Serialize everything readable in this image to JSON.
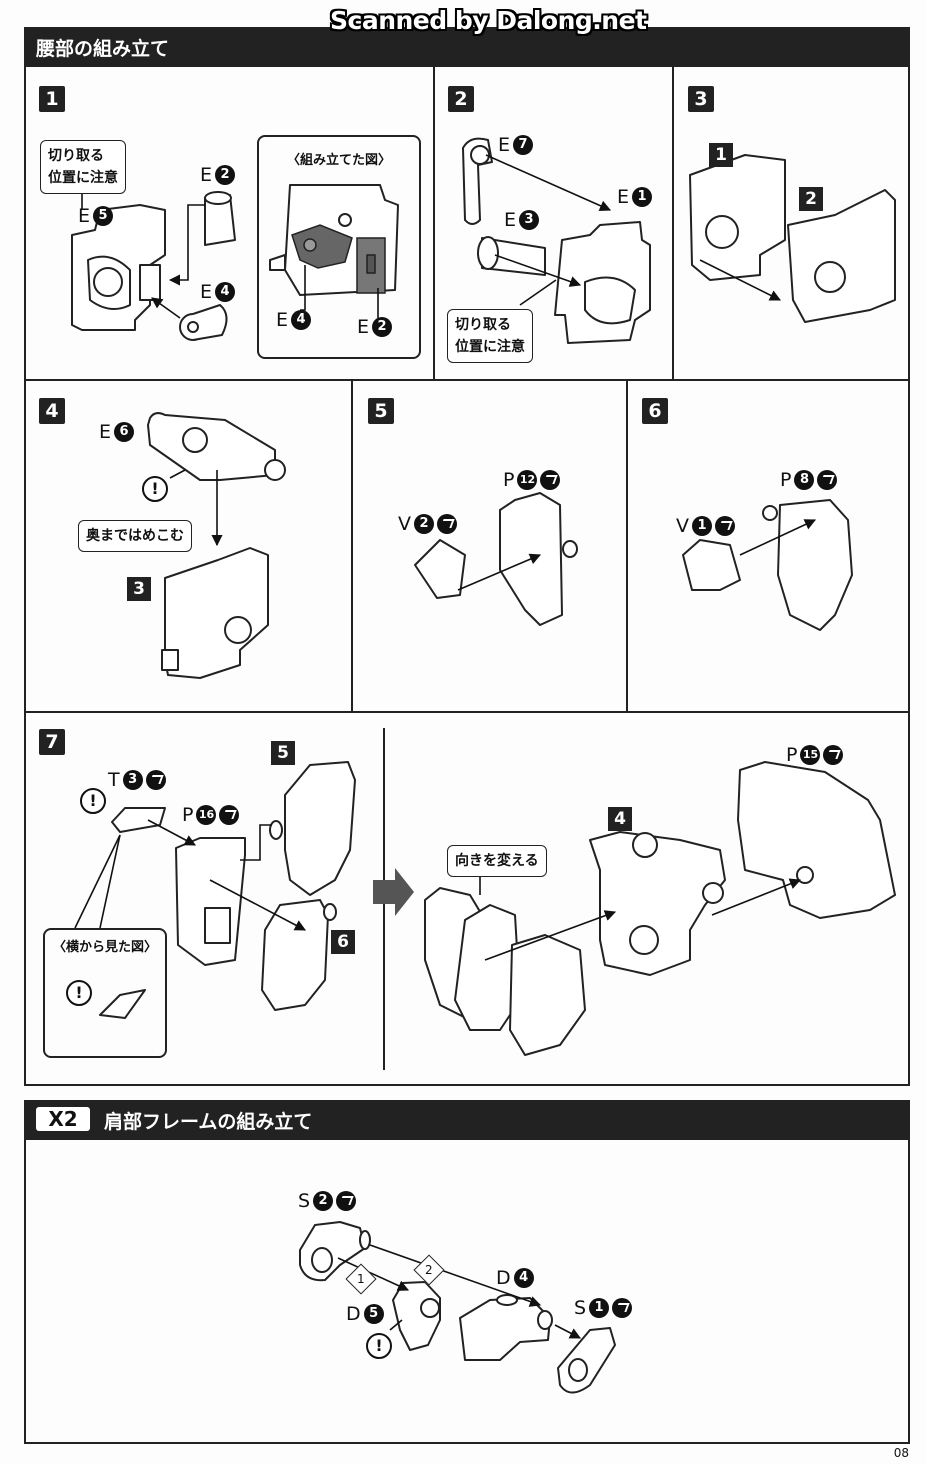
{
  "watermark": "Scanned by Dalong.net",
  "section1": {
    "title": "腰部の組み立て",
    "steps": [
      {
        "num": "1",
        "callout": [
          "切り取る",
          "位置に注意"
        ],
        "inset_title": "〈組み立てた図〉"
      },
      {
        "num": "2",
        "callout": [
          "切り取る",
          "位置に注意"
        ]
      },
      {
        "num": "3"
      },
      {
        "num": "4",
        "callout": "奥まではめこむ"
      },
      {
        "num": "5"
      },
      {
        "num": "6"
      },
      {
        "num": "7",
        "inset_title": "〈横から見た図〉",
        "callout": "向きを変える"
      }
    ]
  },
  "section2": {
    "badge": "X2",
    "title": "肩部フレームの組み立て"
  },
  "parts": {
    "s1_E5": {
      "letter": "E",
      "num": "5"
    },
    "s1_E2": {
      "letter": "E",
      "num": "2"
    },
    "s1_E4": {
      "letter": "E",
      "num": "4"
    },
    "s1_inset_E4": {
      "letter": "E",
      "num": "4"
    },
    "s1_inset_E2": {
      "letter": "E",
      "num": "2"
    },
    "s2_E7": {
      "letter": "E",
      "num": "7"
    },
    "s2_E1": {
      "letter": "E",
      "num": "1"
    },
    "s2_E3": {
      "letter": "E",
      "num": "3"
    },
    "s3_sub1": "1",
    "s3_sub2": "2",
    "s4_E6": {
      "letter": "E",
      "num": "6"
    },
    "s4_sub3": "3",
    "s5_P12": {
      "letter": "P",
      "num": "12"
    },
    "s5_V2": {
      "letter": "V",
      "num": "2"
    },
    "s6_P8": {
      "letter": "P",
      "num": "8"
    },
    "s6_V1": {
      "letter": "V",
      "num": "1"
    },
    "s7_T3": {
      "letter": "T",
      "num": "3"
    },
    "s7_P16": {
      "letter": "P",
      "num": "16"
    },
    "s7_sub5": "5",
    "s7_sub6": "6",
    "s7_sub4": "4",
    "s7_P15": {
      "letter": "P",
      "num": "15"
    },
    "x2_S2": {
      "letter": "S",
      "num": "2"
    },
    "x2_D4": {
      "letter": "D",
      "num": "4"
    },
    "x2_D5": {
      "letter": "D",
      "num": "5"
    },
    "x2_S1": {
      "letter": "S",
      "num": "1"
    },
    "x2_order1": "1",
    "x2_order2": "2"
  },
  "warning_symbol": "!",
  "page_number": "08"
}
